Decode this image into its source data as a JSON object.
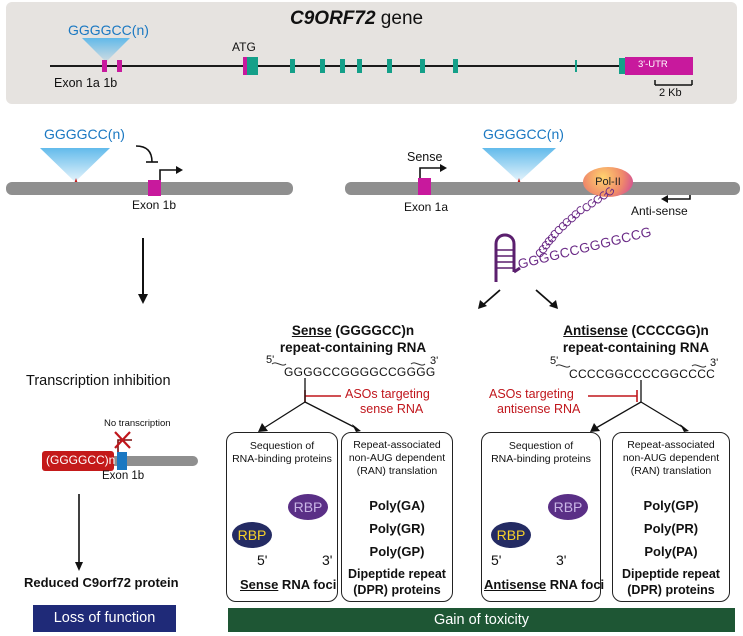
{
  "gene": {
    "title_italic": "C9ORF72",
    "title_rest": " gene",
    "repeat": "GGGGCC(n)",
    "exon_label": "Exon 1a 1b",
    "atg": "ATG",
    "utr": "3'-UTR",
    "scale": "2 Kb"
  },
  "left_panel": {
    "repeat": "GGGGCC(n)",
    "exon": "Exon 1b",
    "heading": "Transcription inhibition",
    "no_transcription": "No transcription",
    "repeat_box": "(GGGGCC)n",
    "exon_small": "Exon 1b",
    "result": "Reduced C9orf72 protein",
    "banner": "Loss of function"
  },
  "right_panel": {
    "sense": "Sense",
    "repeat": "GGGGCC(n)",
    "pol": "Pol-II",
    "exon": "Exon 1a",
    "antisense": "Anti-sense",
    "strand_chars": [
      "G",
      "G",
      "G",
      "G",
      "C",
      "C",
      "G",
      "G",
      "G",
      "G",
      "C",
      "C",
      "G",
      "G",
      "G",
      "G",
      "C"
    ],
    "tail_seq": "GGGGCCGGGGCCG"
  },
  "sense_rna": {
    "title_underlined": "Sense",
    "title_rest": " (GGGGCC)n",
    "subtitle": "repeat-containing RNA",
    "five": "5'",
    "three": "3'",
    "sequence": "GGGGCCGGGGCCGGGG",
    "aso": [
      "ASOs targeting",
      "sense RNA"
    ]
  },
  "antisense_rna": {
    "title_underlined": "Antisense",
    "title_rest": " (CCCCGG)n",
    "subtitle": "repeat-containing RNA",
    "five": "5'",
    "three": "3'",
    "sequence": "CCCCGGCCCCGGCCCC",
    "aso": [
      "ASOs targeting",
      "antisense RNA"
    ]
  },
  "boxes": {
    "seq_title": [
      "Sequestion of",
      "RNA-binding proteins"
    ],
    "ran_title": [
      "Repeat-associated",
      "non-AUG dependent",
      "(RAN) translation"
    ],
    "rbp": "RBP",
    "five": "5'",
    "three": "3'",
    "sense_foci_u": "Sense",
    "antisense_foci_u": "Antisense",
    "foci_rest": " RNA foci",
    "sense_poly": [
      "Poly(GA)",
      "Poly(GR)",
      "Poly(GP)"
    ],
    "antisense_poly": [
      "Poly(GP)",
      "Poly(PR)",
      "Poly(PA)"
    ],
    "dpr": [
      "Dipeptide repeat",
      "(DPR) proteins"
    ]
  },
  "banner_right": "Gain of toxicity",
  "colors": {
    "magenta": "#c8199d",
    "teal": "#14a089",
    "repeat_blue": "#1a78c2",
    "aso_red": "#c0161c",
    "navy": "#1f2a78",
    "dark_green": "#1e5634",
    "rbp_navy": "#242b63",
    "rbp_purple": "#5a2f86"
  }
}
